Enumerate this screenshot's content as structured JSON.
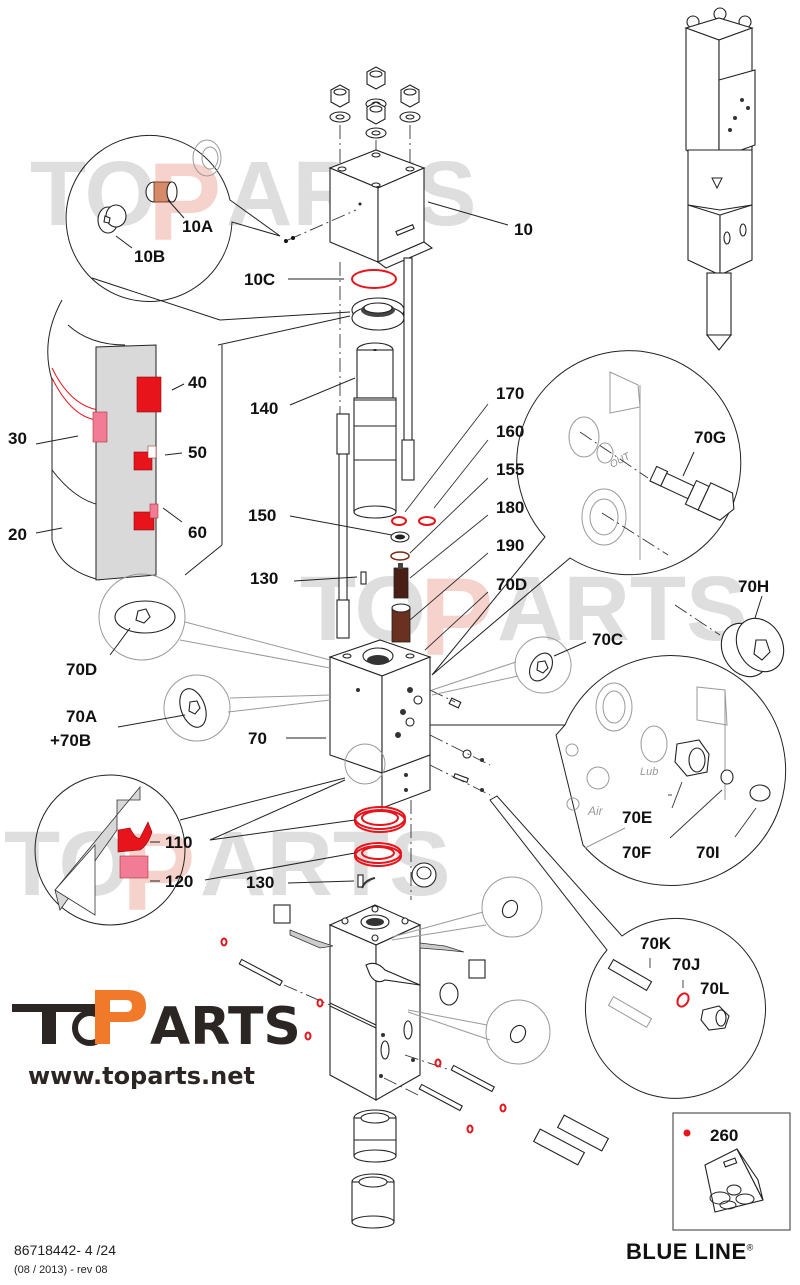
{
  "watermark": {
    "prefix": "TO",
    "accent_letter": "P",
    "suffix": "ARTS",
    "accent_color": "#f6d2cc",
    "base_color": "#dedede"
  },
  "logo": {
    "prefix": "TO",
    "accent_letter": "P",
    "suffix": "ARTS",
    "url": "www.toparts.net",
    "dark_color": "#2b2523",
    "accent_color": "#f07a2a"
  },
  "callouts": {
    "c10": "10",
    "c10A": "10A",
    "c10B": "10B",
    "c10C": "10C",
    "c20": "20",
    "c30": "30",
    "c40": "40",
    "c50": "50",
    "c60": "60",
    "c70": "70",
    "c70A": "70A",
    "c70B": "+70B",
    "c70C": "70C",
    "c70D_left": "70D",
    "c70D_right": "70D",
    "c70E": "70E",
    "c70F": "70F",
    "c70G": "70G",
    "c70H": "70H",
    "c70I": "70I",
    "c70J": "70J",
    "c70K": "70K",
    "c70L": "70L",
    "c110": "110",
    "c120": "120",
    "c130_top": "130",
    "c130_bottom": "130",
    "c140": "140",
    "c150": "150",
    "c155": "155",
    "c160": "160",
    "c170": "170",
    "c180": "180",
    "c190": "190",
    "c260": "260"
  },
  "port_labels": {
    "out": "OUT",
    "lub": "Lub",
    "air": "Air"
  },
  "kit_box": {
    "label": "260",
    "bullet_color": "#e8141c"
  },
  "footer": {
    "doc_number": "86718442-  4   /24",
    "revision": "(08 / 2013) -  rev 08",
    "brand": "BLUE LINE",
    "brand_mark": "®"
  },
  "colors": {
    "seal_red": "#e8141c",
    "seal_pink": "#f27b95",
    "line": "#222222"
  }
}
